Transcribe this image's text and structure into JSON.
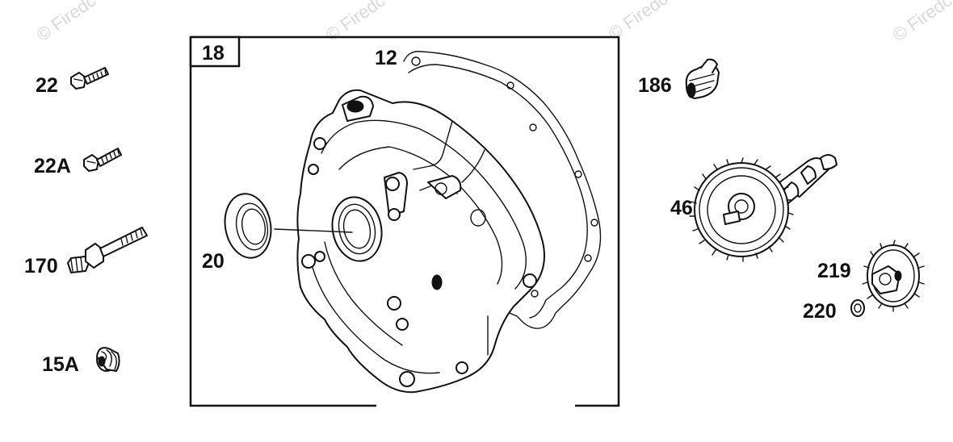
{
  "watermark": {
    "text": "© Firedc"
  },
  "callouts": {
    "group_box": "18",
    "crankcase_cover": "12",
    "seal": "20",
    "screw_22": "22",
    "screw_22a": "22A",
    "stud_170": "170",
    "plug_15a": "15A",
    "breather_186": "186",
    "camshaft_46": "46",
    "governor_219": "219",
    "washer_220": "220"
  },
  "colors": {
    "line": "#111111",
    "watermark": "#d9d9d9",
    "background": "#ffffff"
  }
}
